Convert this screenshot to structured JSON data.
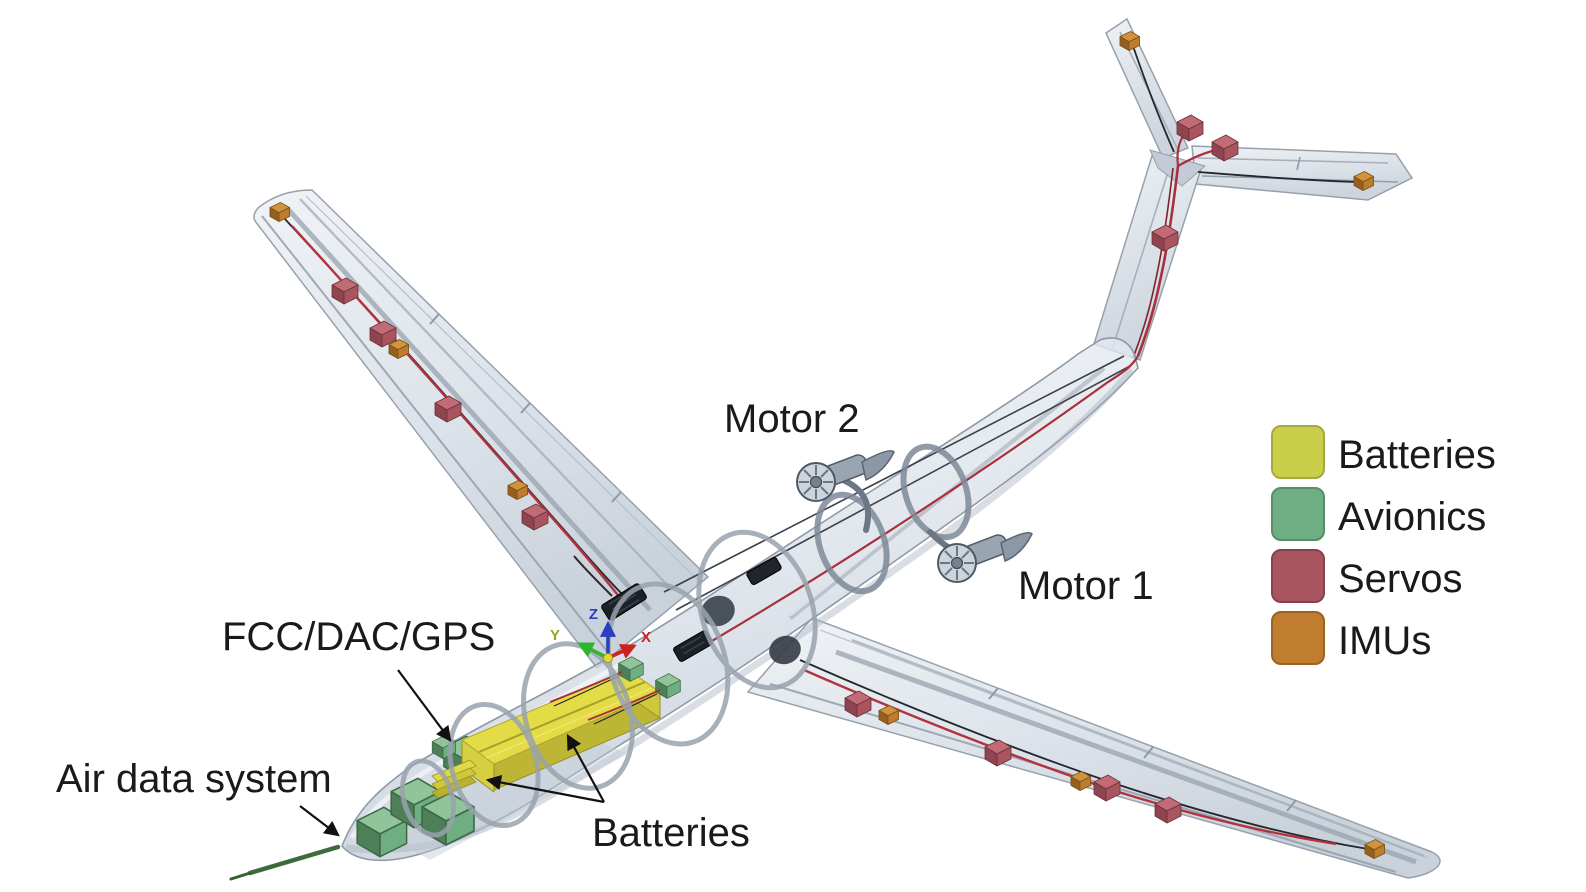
{
  "figure": {
    "background": "#ffffff",
    "description": "Transparent CAD rendering of a glider-type UAV airframe showing installed avionics, batteries, servos, IMUs and motors",
    "annotations": {
      "motor_2": "Motor 2",
      "motor_1": "Motor 1",
      "fcc_dac_gps": "FCC/DAC/GPS",
      "air_data_system": "Air data system",
      "batteries": "Batteries"
    },
    "legend": {
      "items": [
        {
          "label": "Batteries",
          "color": "#c9cf4a",
          "border": "#a3a93c"
        },
        {
          "label": "Avionics",
          "color": "#6fae83",
          "border": "#548f6a"
        },
        {
          "label": "Servos",
          "color": "#a8555f",
          "border": "#88404c"
        },
        {
          "label": "IMUs",
          "color": "#c07c2f",
          "border": "#9a6324"
        }
      ]
    },
    "axis_triad": {
      "x": {
        "label": "X",
        "color": "#cc2222"
      },
      "y": {
        "label": "Y",
        "color": "#96a61e"
      },
      "z": {
        "label": "Z",
        "color": "#2a3ec0"
      }
    }
  }
}
